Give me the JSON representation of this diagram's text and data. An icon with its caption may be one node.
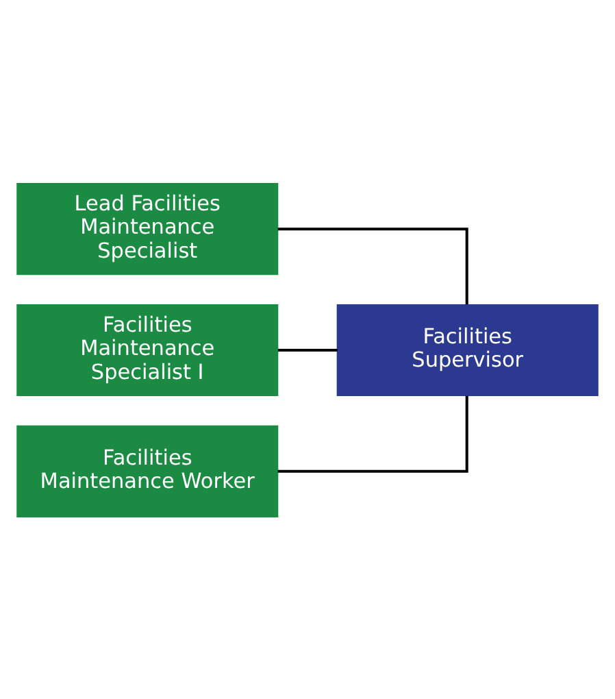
{
  "diagram": {
    "nodes": [
      {
        "text": [
          "Facilities Supervisor"
        ]
      },
      {
        "text": [
          "Lead Facilities Maintenance Specialist"
        ]
      },
      {
        "text": [
          "Facilities Maintenance Specialist I"
        ]
      },
      {
        "text": [
          "Facilities Maintenance Worker"
        ]
      }
    ],
    "edges": [
      {
        "from": 0,
        "to": 1,
        "arrow": "none"
      },
      {
        "from": 0,
        "to": 2,
        "arrow": "none"
      },
      {
        "from": 0,
        "to": 3,
        "arrow": "none"
      }
    ]
  }
}
